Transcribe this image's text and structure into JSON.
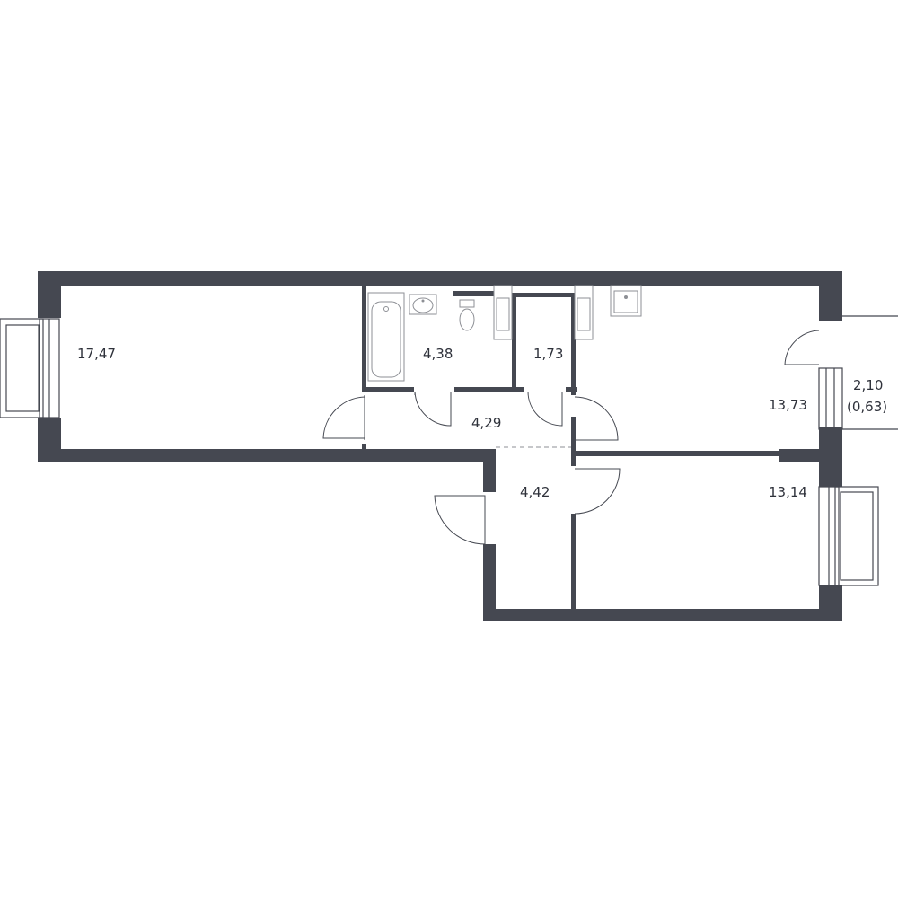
{
  "floor_plan": {
    "colors": {
      "wall": "#454851",
      "text": "#2f323b",
      "fixture": "#8d8f95",
      "background": "#ffffff"
    },
    "rooms": [
      {
        "id": "living-room",
        "area": "17,47"
      },
      {
        "id": "bathroom",
        "area": "4,38"
      },
      {
        "id": "toilet",
        "area": "1,73"
      },
      {
        "id": "hallway",
        "area": "4,29"
      },
      {
        "id": "entry-hall",
        "area": "4,42"
      },
      {
        "id": "kitchen",
        "area": "13,73"
      },
      {
        "id": "bedroom",
        "area": "13,14"
      },
      {
        "id": "balcony",
        "area": "2,10",
        "reduced_area": "(0,63)"
      }
    ],
    "icons": [
      "bathtub-icon",
      "sink-icon",
      "toilet-icon",
      "radiator-icon",
      "stove-icon",
      "balcony-icon",
      "window-icon",
      "door-icon"
    ]
  }
}
